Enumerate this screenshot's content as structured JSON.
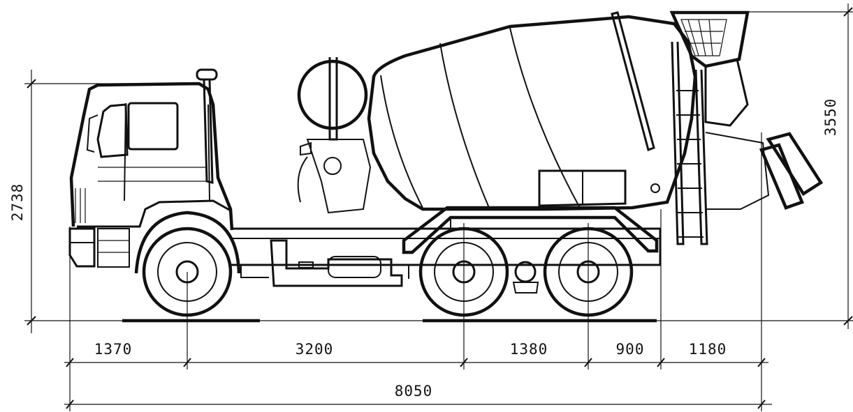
{
  "dimensions": {
    "front_overhang": "1370",
    "wheelbase_front": "3200",
    "tandem_spacing": "1380",
    "rear_to_frame_end": "900",
    "chute_overhang": "1180",
    "overall_length": "8050",
    "cab_height": "2738",
    "overall_height": "3550"
  },
  "colors": {
    "ink": "#111111",
    "paper": "#ffffff"
  }
}
